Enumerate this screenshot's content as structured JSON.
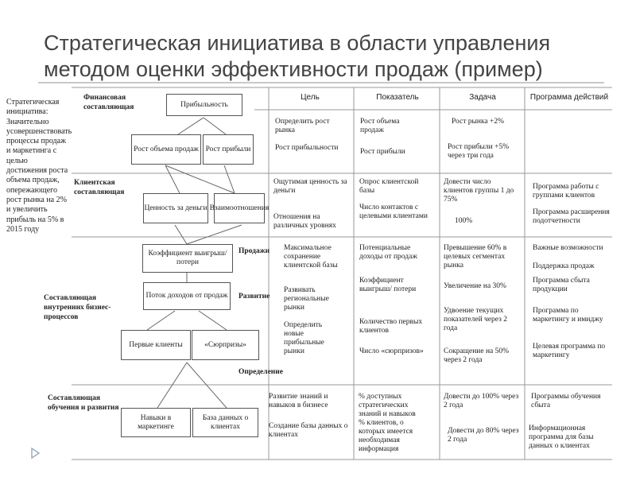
{
  "title": "Стратегическая инициатива в области управления методом оценки эффективности продаж (пример)",
  "intro": "Стратегическая инициатива: Значительно усовершенствовать процессы продаж и маркетинга с целью достижения роста объема продаж, опережающего рост рынка на 2% и увеличить прибыль на 5% в 2015 году",
  "perspectives": {
    "financial": "Финансовая составляющая",
    "customer": "Клиентская составляющая",
    "internal": "Составляющая внутренних бизнес-процессов",
    "learning": "Составляющая обучения и развития"
  },
  "process_labels": {
    "sales": "Продажи",
    "development": "Развитие",
    "definition": "Определение"
  },
  "boxes": {
    "profit": "Прибыльность",
    "sales_growth": "Рост объема продаж",
    "profit_growth": "Рост прибыли",
    "value_for_money": "Ценность за деньги",
    "relationships": "Взаимоотношения",
    "win_ratio": "Коэффициент выигрыш/ потери",
    "income_flow": "Поток доходов от продаж",
    "first_clients": "Первые клиенты",
    "surprises": "«Сюрпризы»",
    "marketing_skills": "Навыки в маркетинге",
    "client_db": "База данных о клиентах"
  },
  "headers": {
    "goal": "Цель",
    "indicator": "Показатель",
    "task": "Задача",
    "program": "Программа действий"
  },
  "cells": {
    "g1": "Определить рост рынка",
    "g2": "Рост прибыльности",
    "i1": "Рост объема продаж",
    "i2": "Рост прибыли",
    "k1": "Рост рынка +2%",
    "k2": "Рост прибыли +5% через три года",
    "g3": "Ощутимая ценность за деньги",
    "g4": "Отношения на различных уровнях",
    "i3": "Опрос клиентской базы",
    "i4": "Число контактов с целевыми клиентами",
    "k3": "Довести число клиентов группы 1 до 75%",
    "k4": "100%",
    "p1": "Программа работы с группами клиентов",
    "p2": "Программа расширения подотчетности",
    "g5": "Максимальное сохранение клиентской базы",
    "g6": "Развивать региональные рынки",
    "g7": "Определить новые прибыльные рынки",
    "i5": "Потенциальные доходы от продаж",
    "i6": "Коэффициент выигрыш/ потери",
    "i7": "Количество первых клиентов",
    "i8": "Число «сюрпризов»",
    "k5": "Превышение 60% в целевых сегментах рынка",
    "k6": "Увеличение на 30%",
    "k7": "Удвоение текущих показателей через 2 года",
    "k8": "Сокращение на 50% через 2 года",
    "p3": "Важные возможности",
    "p4": "Поддержка продаж",
    "p5": "Программа сбыта продукции",
    "p6": "Программа по маркетингу и имиджу",
    "p7": "Целевая программа по маркетингу",
    "g8": "Развитие знаний и навыков в бизнесе",
    "g9": "Создание базы данных о клиентах",
    "i9": "% доступных стратегических знаний и навыков",
    "i10": "% клиентов, о которых имеется необходимая информация",
    "k9": "Довести до 100% через 2 года",
    "k10": "Довести до 80% через 2 года",
    "p8": "Программы обучения сбыта",
    "p9": "Информационная программа для базы данных о клиентах"
  },
  "icons": {
    "footer": "arrow-right-icon"
  }
}
